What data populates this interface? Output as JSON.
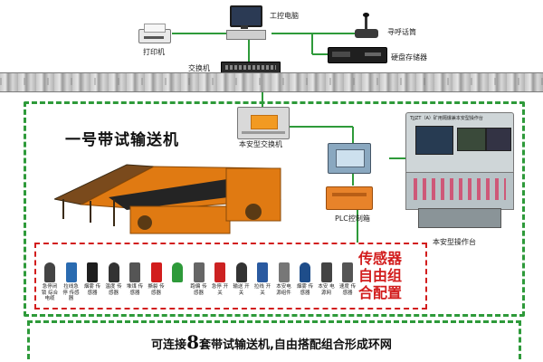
{
  "devices": {
    "control_pc": "工控电脑",
    "printer": "打印机",
    "intercom": "寻呼话筒",
    "dvr": "硬盘存储器",
    "switch": "交换机",
    "safe_switch": "本安型交换机",
    "plc_box": "PLC控制箱",
    "console_label": "本安型操作台",
    "console_header": "TJJZT（A）矿用隔爆兼本安型操作台"
  },
  "conveyor": {
    "title": "一号带试输送机"
  },
  "sensors_group": {
    "caption_lines": [
      "传感器",
      "自由组",
      "合配置"
    ],
    "items": [
      {
        "label": "急停闭锁 综合电缆"
      },
      {
        "label": "拉线急停 传感器"
      },
      {
        "label": "烟雾 传感器"
      },
      {
        "label": "温度 传感器"
      },
      {
        "label": "堆煤 传感器"
      },
      {
        "label": "撕裂 传感器"
      },
      {
        "label": ""
      },
      {
        "label": "跑偏 传感器"
      },
      {
        "label": "急停 开关"
      },
      {
        "label": "输送 开关"
      },
      {
        "label": "拉线 开关"
      },
      {
        "label": "本安电 源组件"
      },
      {
        "label": "烟雾 传感器"
      },
      {
        "label": "本安 电源网"
      },
      {
        "label": "速度 传感器"
      }
    ]
  },
  "footer": {
    "prefix": "可连接",
    "number": "8",
    "suffix": "套带试输送机,自由搭配组合形成环网"
  },
  "colors": {
    "network_line": "#2e9a3a",
    "frame_dash": "#2e9a3a",
    "sensor_frame": "#d21d1d",
    "conveyor_frame": "#e07a12",
    "plc_box": "#e8832a"
  }
}
